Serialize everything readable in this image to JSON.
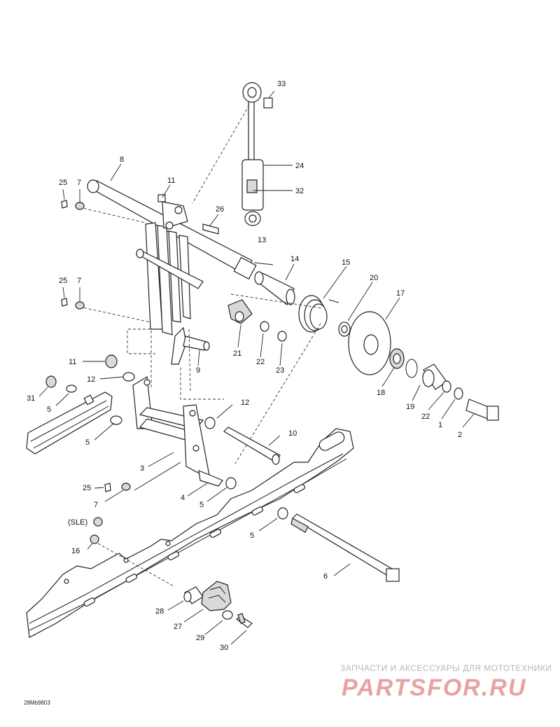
{
  "diagram": {
    "callouts": {
      "c33": "33",
      "c24": "24",
      "c32": "32",
      "c8": "8",
      "c25a": "25",
      "c7a": "7",
      "c11a": "11",
      "c26": "26",
      "c13": "13",
      "c14": "14",
      "c15": "15",
      "c20": "20",
      "c17": "17",
      "c25b": "25",
      "c7b": "7",
      "c21": "21",
      "c22a": "22",
      "c23": "23",
      "c9": "9",
      "c11b": "11",
      "c12a": "12",
      "c31": "31",
      "c5a": "5",
      "c18": "18",
      "c19": "19",
      "c22b": "22",
      "c1": "1",
      "c2": "2",
      "c12b": "12",
      "c5b": "5",
      "c10": "10",
      "c3": "3",
      "c25c": "25",
      "c7c": "7",
      "c4": "4",
      "c5c": "5",
      "sle": "(SLE)",
      "c16": "16",
      "c5d": "5",
      "c6": "6",
      "c28": "28",
      "c27": "27",
      "c29": "29",
      "c30": "30"
    },
    "drawing_code": "28Mb9803"
  },
  "watermark": {
    "top_line": "ЗАПЧАСТИ И АКСЕССУАРЫ ДЛЯ МОТОТЕХНИКИ",
    "logo": "PARTSFOR.RU"
  }
}
